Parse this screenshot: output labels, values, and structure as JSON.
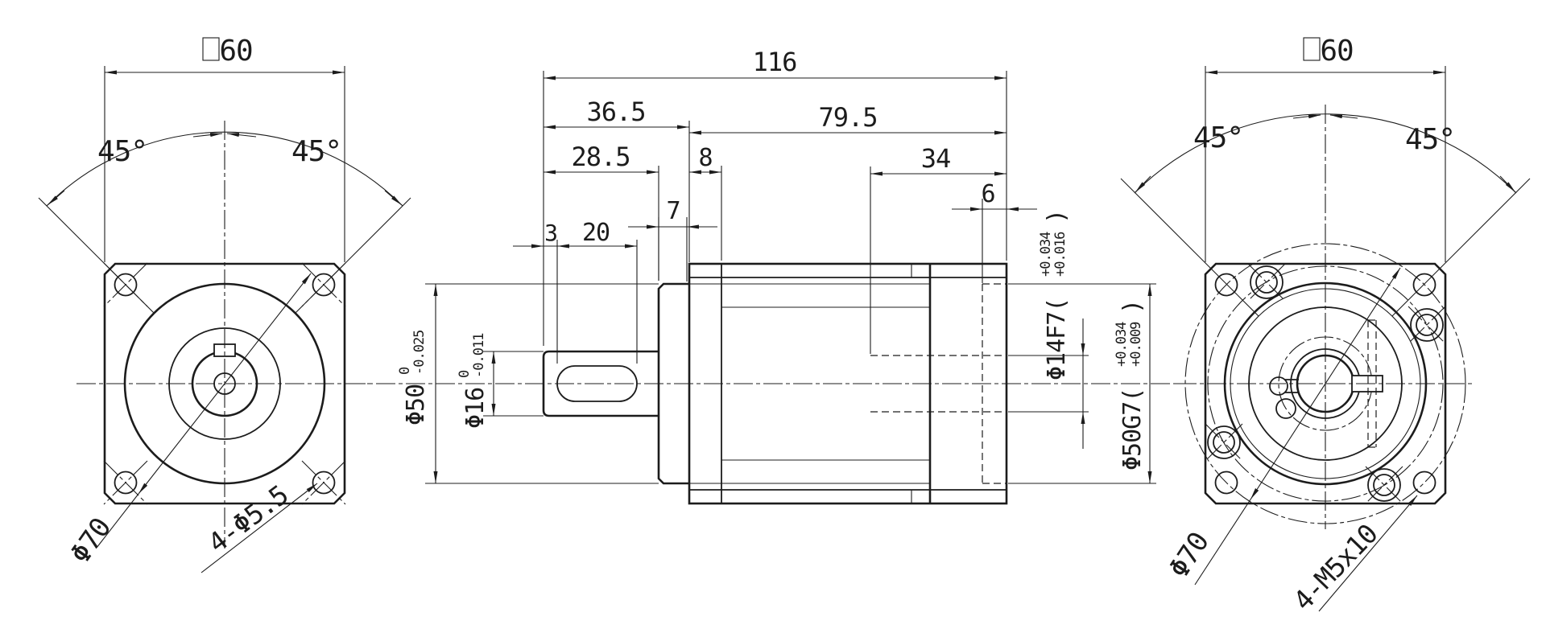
{
  "drawing": {
    "front_view": {
      "square_symbol_icon": "□",
      "square_size": "60",
      "angle_left": "45°",
      "angle_right": "45°",
      "bolt_circle_dia": "Φ70",
      "corner_holes": "4-Φ5.5"
    },
    "side_view": {
      "overall_length": "116",
      "front_section": "36.5",
      "body_length": "79.5",
      "shaft_length": "28.5",
      "flange_thickness": "8",
      "pilot_length": "7",
      "rear_bore_depth": "34",
      "rear_recess_depth": "6",
      "key_offset": "3",
      "key_length": "20",
      "pilot_dia": {
        "main": "Φ50",
        "tol_hi": "0",
        "tol_lo": "-0.025"
      },
      "shaft_dia": {
        "main": "Φ16",
        "tol_hi": "0",
        "tol_lo": "-0.011"
      },
      "rear_bore": {
        "main": "Φ14F7(",
        "tol_hi": "+0.034",
        "tol_lo": "+0.016",
        "close": ")"
      },
      "rear_recess": {
        "main": "Φ50G7(",
        "tol_hi": "+0.034",
        "tol_lo": "+0.009",
        "close": ")"
      }
    },
    "rear_view": {
      "square_symbol_icon": "□",
      "square_size": "60",
      "angle_left": "45°",
      "angle_right": "45°",
      "bolt_circle_dia": "Φ70",
      "tapped_holes": "4-M5x10"
    }
  }
}
